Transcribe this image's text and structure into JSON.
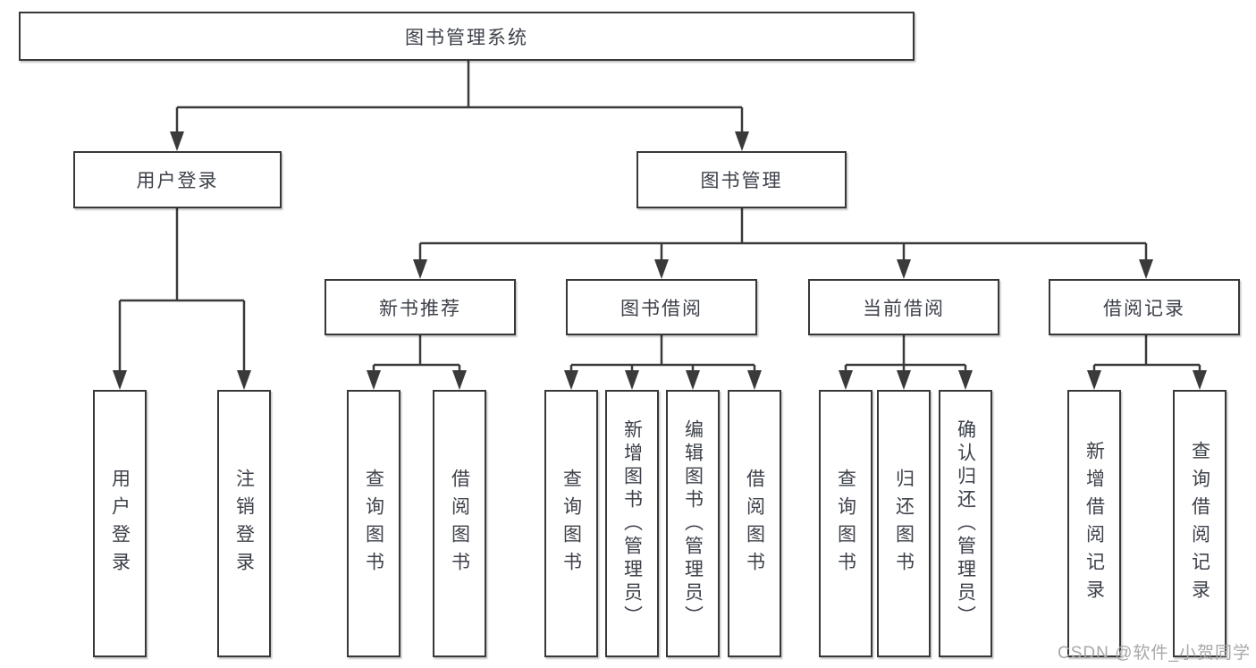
{
  "diagram": {
    "root": {
      "label": "图书管理系统"
    },
    "branches": [
      {
        "label": "用户登录",
        "children": [
          {
            "label": "用户登录"
          },
          {
            "label": "注销登录"
          }
        ]
      },
      {
        "label": "图书管理",
        "groups": [
          {
            "label": "新书推荐",
            "children": [
              {
                "label": "查询图书"
              },
              {
                "label": "借阅图书"
              }
            ]
          },
          {
            "label": "图书借阅",
            "children": [
              {
                "label": "查询图书"
              },
              {
                "label": "新增图书（管理员）"
              },
              {
                "label": "编辑图书（管理员）"
              },
              {
                "label": "借阅图书"
              }
            ]
          },
          {
            "label": "当前借阅",
            "children": [
              {
                "label": "查询图书"
              },
              {
                "label": "归还图书"
              },
              {
                "label": "确认归还（管理员）"
              }
            ]
          },
          {
            "label": "借阅记录",
            "children": [
              {
                "label": "新增借阅记录"
              },
              {
                "label": "查询借阅记录"
              }
            ]
          }
        ]
      }
    ]
  },
  "watermark": "CSDN @软件_小贺同学",
  "colors": {
    "background": "#ffffff",
    "box_border": "#383838",
    "line": "#3a3a3a",
    "text": "#3d4149",
    "watermark": "#a8a8a8"
  }
}
